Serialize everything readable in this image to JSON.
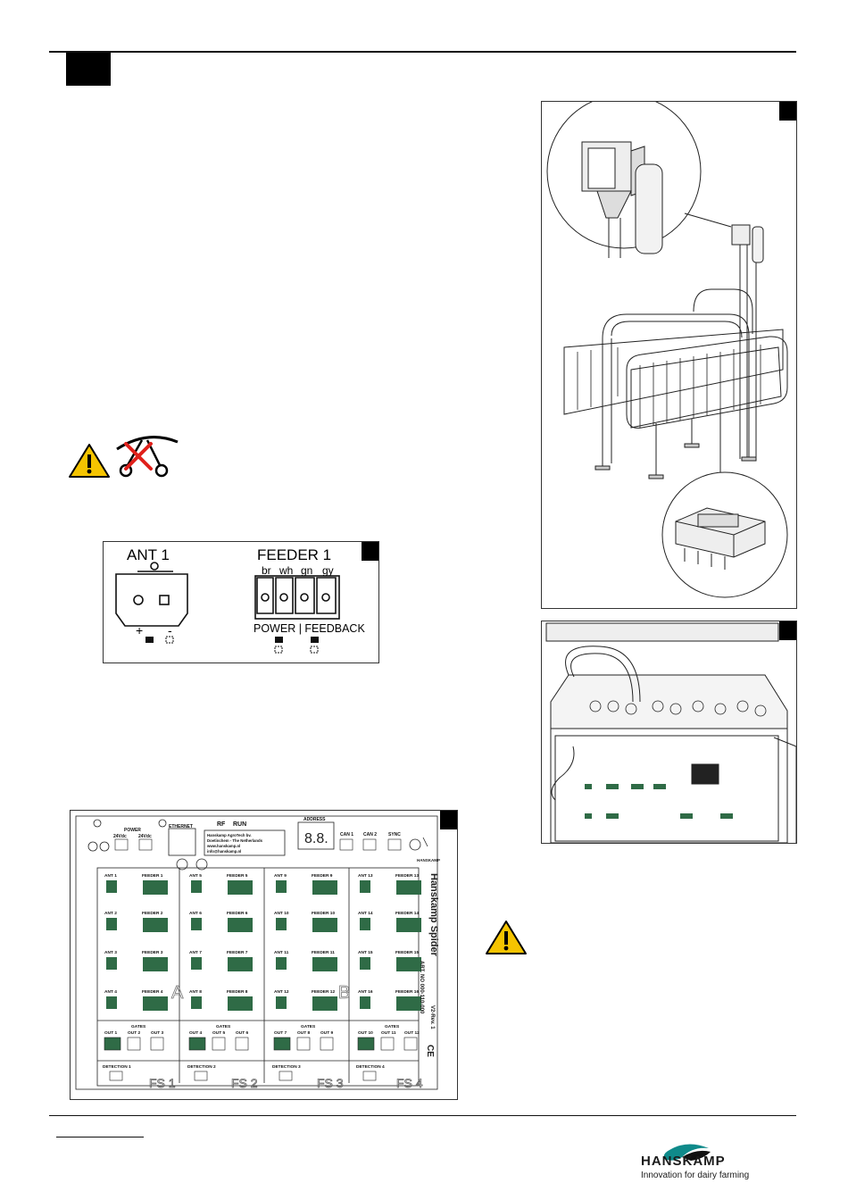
{
  "fig3": {
    "ant_label": "ANT 1",
    "feeder_label": "FEEDER 1",
    "wire_colors": [
      "br",
      "wh",
      "gn",
      "gy"
    ],
    "power_label": "POWER | FEEDBACK"
  },
  "board": {
    "power_label": "POWER",
    "voltage_labels": [
      "24Vdc",
      "24Vdc"
    ],
    "ethernet_label": "ETHERNET",
    "rf_label": "RF",
    "run_label": "RUN",
    "address_label": "ADDRESS",
    "can1_label": "CAN 1",
    "can2_label": "CAN 2",
    "sync_label": "SYNC",
    "company_lines": [
      "Hanskamp AgroTech bv.",
      "Doetinchem - The Netherlands",
      "www.hanskamp.nl",
      "info@hanskamp.nl"
    ],
    "ant_labels": [
      "ANT 1",
      "ANT 5",
      "ANT 9",
      "ANT 13",
      "ANT 2",
      "ANT 6",
      "ANT 10",
      "ANT 14",
      "ANT 3",
      "ANT 7",
      "ANT 11",
      "ANT 15",
      "ANT 4",
      "ANT 8",
      "ANT 12",
      "ANT 16"
    ],
    "feeder_labels": [
      "FEEDER 1",
      "FEEDER 5",
      "FEEDER 9",
      "FEEDER 13",
      "FEEDER 2",
      "FEEDER 6",
      "FEEDER 10",
      "FEEDER 14",
      "FEEDER 3",
      "FEEDER 7",
      "FEEDER 11",
      "FEEDER 15",
      "FEEDER 4",
      "FEEDER 8",
      "FEEDER 12",
      "FEEDER 16"
    ],
    "gates_label": "GATES",
    "out_labels": [
      "OUT 1",
      "OUT 2",
      "OUT 3",
      "OUT 4",
      "OUT 5",
      "OUT 6",
      "OUT 7",
      "OUT 8",
      "OUT 9",
      "OUT 10",
      "OUT 11",
      "OUT 12"
    ],
    "detection_labels": [
      "DETECTION 1",
      "DETECTION 2",
      "DETECTION 3",
      "DETECTION 4"
    ],
    "fs_labels": [
      "FS 1",
      "FS 2",
      "FS 3",
      "FS 4"
    ],
    "marker_a": "A",
    "marker_b": "B",
    "side_brand": "Hanskamp Spider",
    "side_art": "ART. NO 000-110-000",
    "side_rev": "V2-Rev. 1",
    "ce_mark": "CE",
    "brand_small": "HANSKAMP"
  },
  "logo": {
    "name": "HANSKAMP",
    "tagline": "Innovation for dairy farming"
  },
  "colors": {
    "connector_green": "#2f6b46",
    "warning_yellow": "#f5c400",
    "logo_teal": "#0f8a8a"
  }
}
